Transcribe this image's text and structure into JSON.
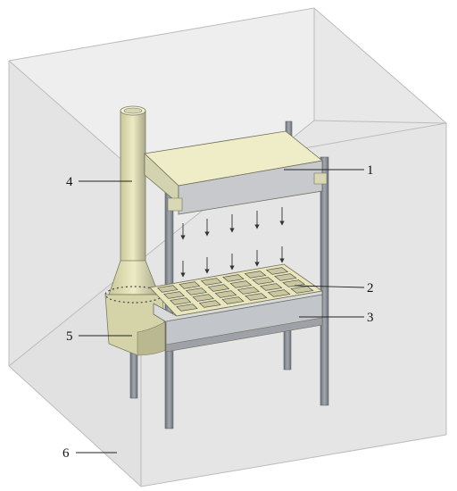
{
  "callouts": [
    {
      "id": "1",
      "label": "1"
    },
    {
      "id": "2",
      "label": "2"
    },
    {
      "id": "3",
      "label": "3"
    },
    {
      "id": "4",
      "label": "4"
    },
    {
      "id": "5",
      "label": "5"
    },
    {
      "id": "6",
      "label": "6"
    }
  ],
  "colors": {
    "box_edge": "#bdbdbd",
    "box_fill": "#ececec",
    "hood_top": "#efedc4",
    "hood_front": "#c9c9c9",
    "frame": "#8f949a",
    "frame_dark": "#6c7077",
    "chimney": "#dcdba8",
    "grid_tray": "#e7e4b8"
  }
}
